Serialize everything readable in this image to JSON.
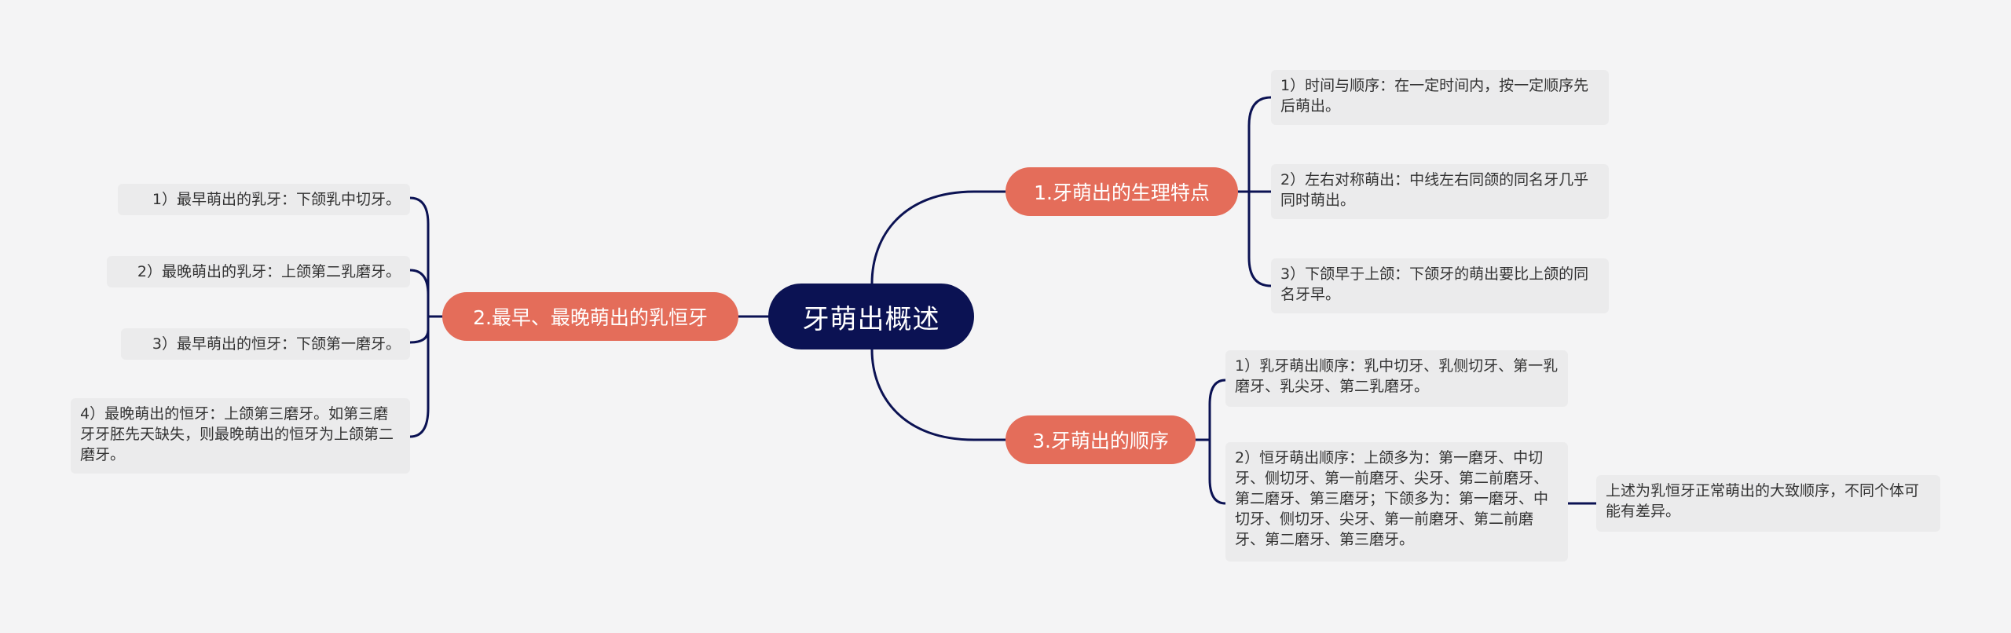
{
  "root": {
    "label": "牙萌出概述"
  },
  "branches": [
    {
      "label": "1.牙萌出的生理特点",
      "items": [
        "1）时间与顺序：在一定时间内，按一定顺序先后萌出。",
        "2）左右对称萌出：中线左右同颌的同名牙几乎同时萌出。",
        "3）下颌早于上颌：下颌牙的萌出要比上颌的同名牙早。"
      ]
    },
    {
      "label": "2.最早、最晚萌出的乳恒牙",
      "items": [
        "1）最早萌出的乳牙：下颌乳中切牙。",
        "2）最晚萌出的乳牙：上颌第二乳磨牙。",
        "3）最早萌出的恒牙：下颌第一磨牙。",
        "4）最晚萌出的恒牙：上颌第三磨牙。如第三磨牙牙胚先天缺失，则最晚萌出的恒牙为上颌第二磨牙。"
      ]
    },
    {
      "label": "3.牙萌出的顺序",
      "items": [
        "1）乳牙萌出顺序：乳中切牙、乳侧切牙、第一乳磨牙、乳尖牙、第二乳磨牙。",
        "2）恒牙萌出顺序：上颌多为：第一磨牙、中切牙、侧切牙、第一前磨牙、尖牙、第二前磨牙、第二磨牙、第三磨牙；下颌多为：第一磨牙、中切牙、侧切牙、尖牙、第一前磨牙、第二前磨牙、第二磨牙、第三磨牙。"
      ],
      "note": "上述为乳恒牙正常萌出的大致顺序，不同个体可能有差异。"
    }
  ],
  "colors": {
    "background": "#f4f4f5",
    "root_fill": "#0b1253",
    "branch_fill": "#e46d5a",
    "leaf_fill": "#ebebec",
    "line": "#0b1253"
  }
}
